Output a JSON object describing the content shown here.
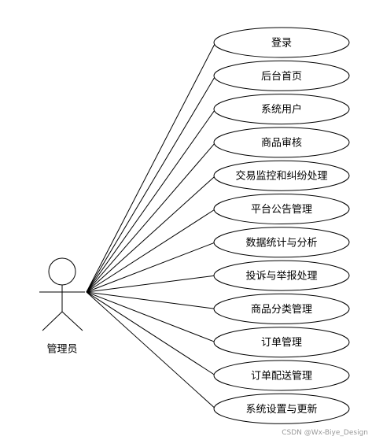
{
  "actor": {
    "name": "管理员"
  },
  "use_cases": [
    {
      "label": "登录"
    },
    {
      "label": "后台首页"
    },
    {
      "label": "系统用户"
    },
    {
      "label": "商品审核"
    },
    {
      "label": "交易监控和纠纷处理"
    },
    {
      "label": "平台公告管理"
    },
    {
      "label": "数据统计与分析"
    },
    {
      "label": "投诉与举报处理"
    },
    {
      "label": "商品分类管理"
    },
    {
      "label": "订单管理"
    },
    {
      "label": "订单配送管理"
    },
    {
      "label": "系统设置与更新"
    }
  ],
  "watermark": "CSDN @Wx-Biye_Design"
}
